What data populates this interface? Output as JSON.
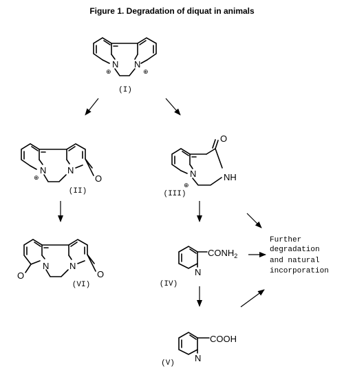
{
  "figure": {
    "title": "Figure 1.   Degradation of diquat in animals"
  },
  "compounds": {
    "I": {
      "label": "(I)",
      "charge": "⊕",
      "n": "N"
    },
    "II": {
      "label": "(II)",
      "n": "N",
      "charge": "⊕",
      "o": "O"
    },
    "III": {
      "label": "(III)",
      "n": "N",
      "nh": "NH",
      "charge": "⊕",
      "o": "O"
    },
    "VI": {
      "label": "(VI)",
      "n": "N",
      "o": "O"
    },
    "IV": {
      "label": "(IV)",
      "n": "N",
      "group": "CONH",
      "sub": "2"
    },
    "V": {
      "label": "(V)",
      "n": "N",
      "group": "COOH"
    }
  },
  "note": {
    "line1": "Further",
    "line2": "degradation",
    "line3": "and natural",
    "line4": "incorporation"
  }
}
